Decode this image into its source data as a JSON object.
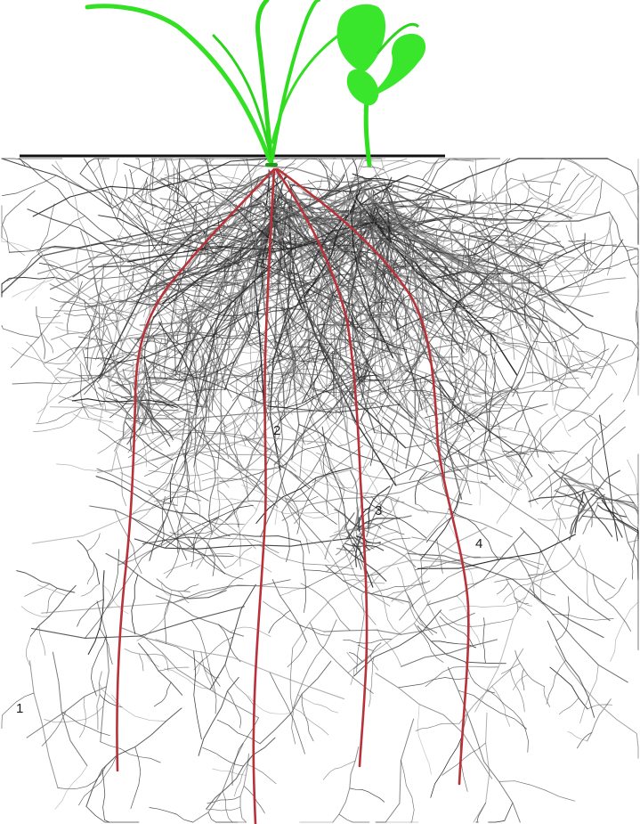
{
  "root_labels": [
    "1",
    "2",
    "3",
    "4"
  ],
  "colors": {
    "background": "#ffffff",
    "shoot_green": "#2fe01e",
    "leaf_green": "#39e52a",
    "main_root_red": "#b8323a",
    "fine_root_black": "#222222",
    "fine_root_grey": "#777777",
    "soil_line": "#111111"
  },
  "icons": {
    "shoot": "plant-shoot-icon",
    "soil": "soil-surface-line"
  }
}
